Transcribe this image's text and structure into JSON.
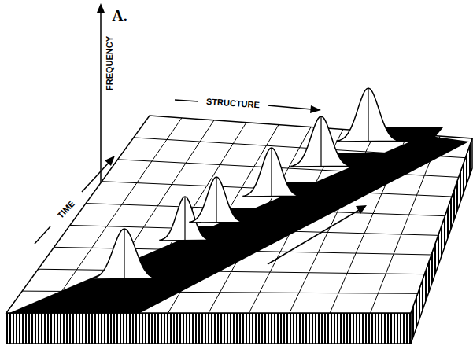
{
  "diagram": {
    "labels": [
      "A.",
      "FREQUENCY",
      "STRUCTURE",
      "TIME"
    ]
  }
}
